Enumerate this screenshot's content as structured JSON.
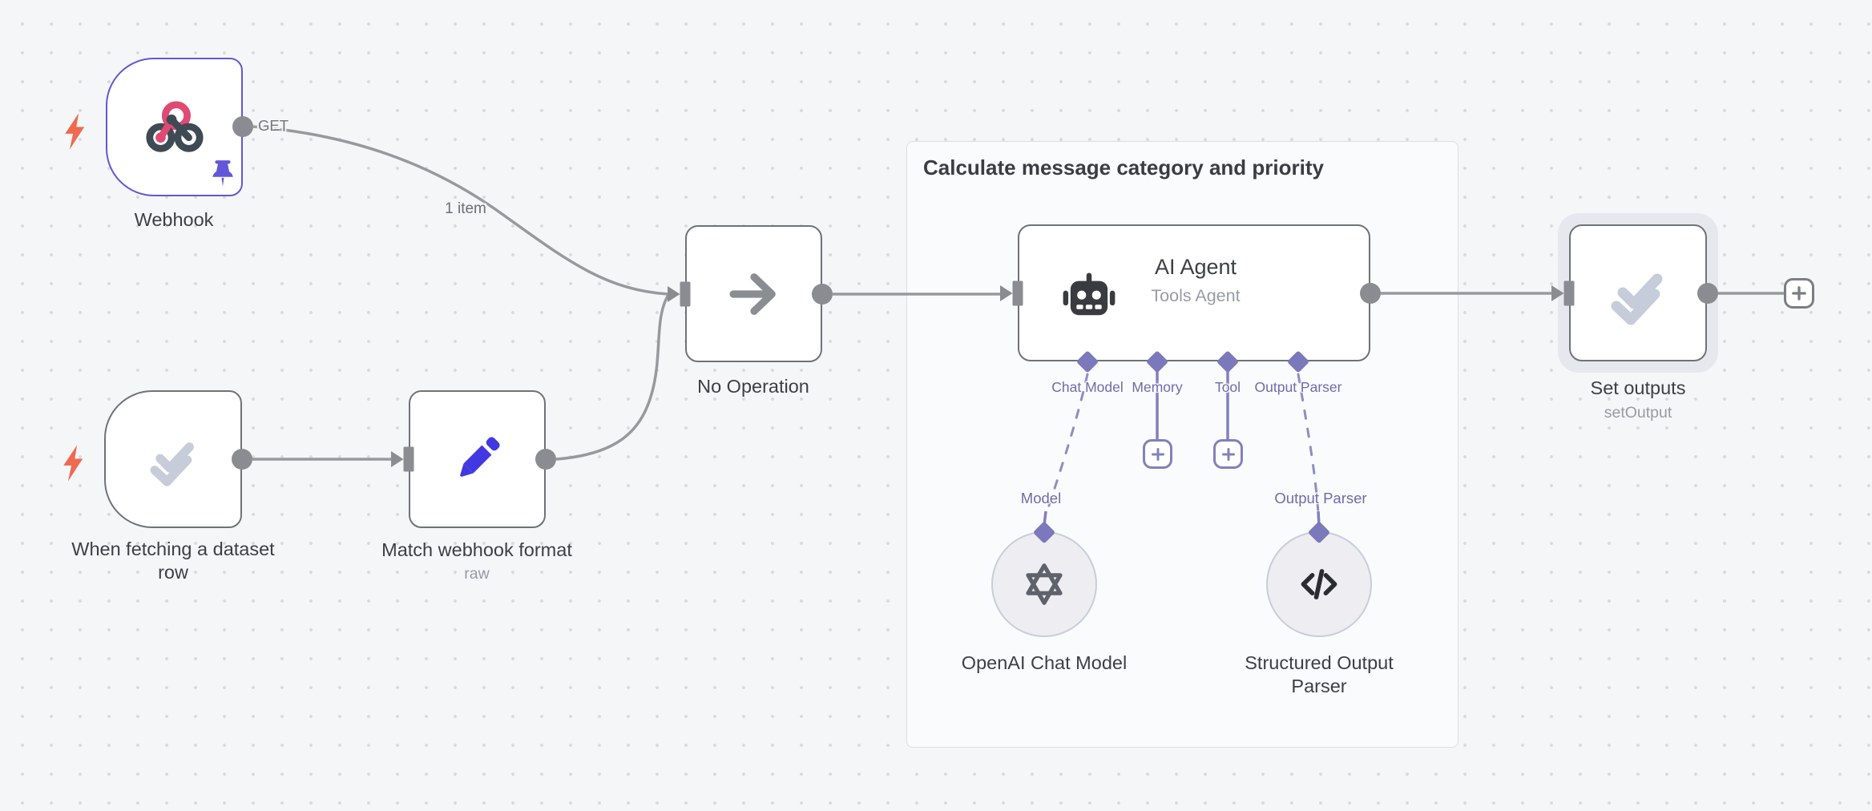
{
  "theme": {
    "canvas_bg": "#f5f6f8",
    "webhook_accent": "#6058d5",
    "edge_color": "#97999d",
    "ai_port_color": "#7b78bb",
    "trigger_bolt_color": "#ee6b50",
    "pencil_color": "#4238e2",
    "check_color": "#c6ccd9",
    "webhook_pink": "#df4a73",
    "webhook_dark": "#3e4a54"
  },
  "group": {
    "title": "Calculate message category and priority"
  },
  "edges": {
    "webhook_method": "GET",
    "item_count": "1 item"
  },
  "nodes": {
    "webhook": {
      "title": "Webhook"
    },
    "dataset_trigger": {
      "title": "When fetching a dataset row"
    },
    "match_format": {
      "title": "Match webhook format",
      "subtitle": "raw"
    },
    "no_operation": {
      "title": "No Operation"
    },
    "ai_agent": {
      "title": "AI Agent",
      "subtitle": "Tools Agent",
      "ports": {
        "chat_model": "Chat Model",
        "memory": "Memory",
        "tool": "Tool",
        "output_parser": "Output Parser"
      },
      "sub_ports": {
        "model": "Model",
        "output_parser": "Output Parser"
      }
    },
    "openai_chat_model": {
      "title": "OpenAI Chat Model"
    },
    "structured_output_parser": {
      "title": "Structured Output Parser"
    },
    "set_outputs": {
      "title": "Set outputs",
      "subtitle": "setOutput"
    }
  }
}
